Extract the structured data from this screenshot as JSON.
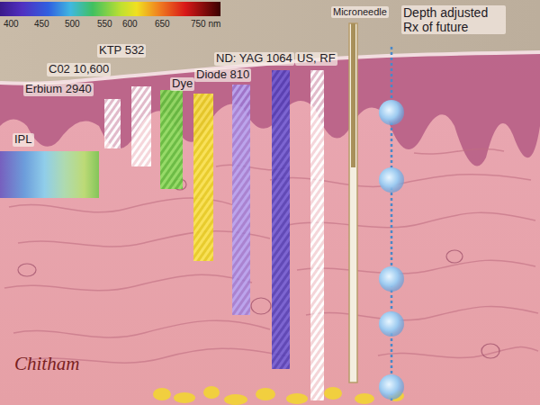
{
  "diagram": {
    "labels": [
      "400",
      "450",
      "500",
      "550",
      "600",
      "650",
      "750 nm",
      "Microneedle",
      "Depth adjusted Rx of future",
      "KTP 532",
      "ND: YAG 1064",
      "US, RF",
      "Diode 810",
      "C02 10,600",
      "Dye",
      "Erbium 2940",
      "IPL",
      "Chitham"
    ]
  }
}
